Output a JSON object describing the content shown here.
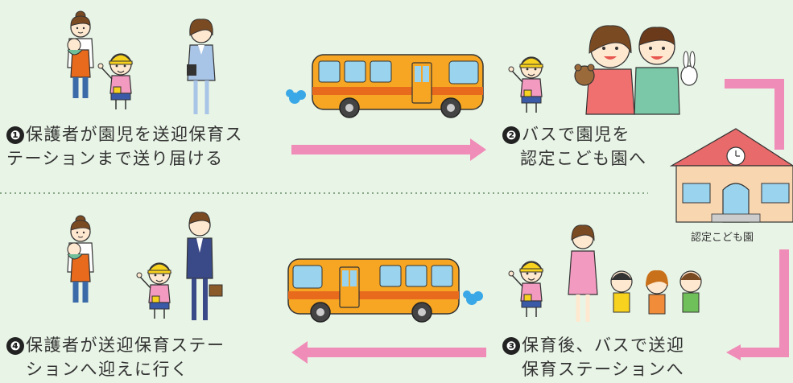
{
  "steps": [
    {
      "number": "❶",
      "line1": "保護者が園児を送迎保育ス",
      "line2": "テーションまで送り届ける"
    },
    {
      "number": "❷",
      "line1": "バスで園児を",
      "line2": "認定こども園へ"
    },
    {
      "number": "❸",
      "line1": "保育後、バスで送迎",
      "line2": "保育ステーションへ"
    },
    {
      "number": "❹",
      "line1": "保護者が送迎保育ステー",
      "line2": "ションへ迎えに行く"
    }
  ],
  "school": {
    "label": "認定こども園"
  },
  "colors": {
    "background": "#e8f4e6",
    "arrow": "#f08cb8",
    "bus": "#f6a623",
    "bus_stripe": "#e86a1c",
    "school_roof": "#e96a6a"
  },
  "icons": [
    "mother-with-baby-icon",
    "child-with-yellow-hat-icon",
    "businesswoman-icon",
    "businessman-icon",
    "bus-icon",
    "teacher-with-puppets-icon",
    "school-building-icon",
    "children-holding-hands-icon"
  ]
}
